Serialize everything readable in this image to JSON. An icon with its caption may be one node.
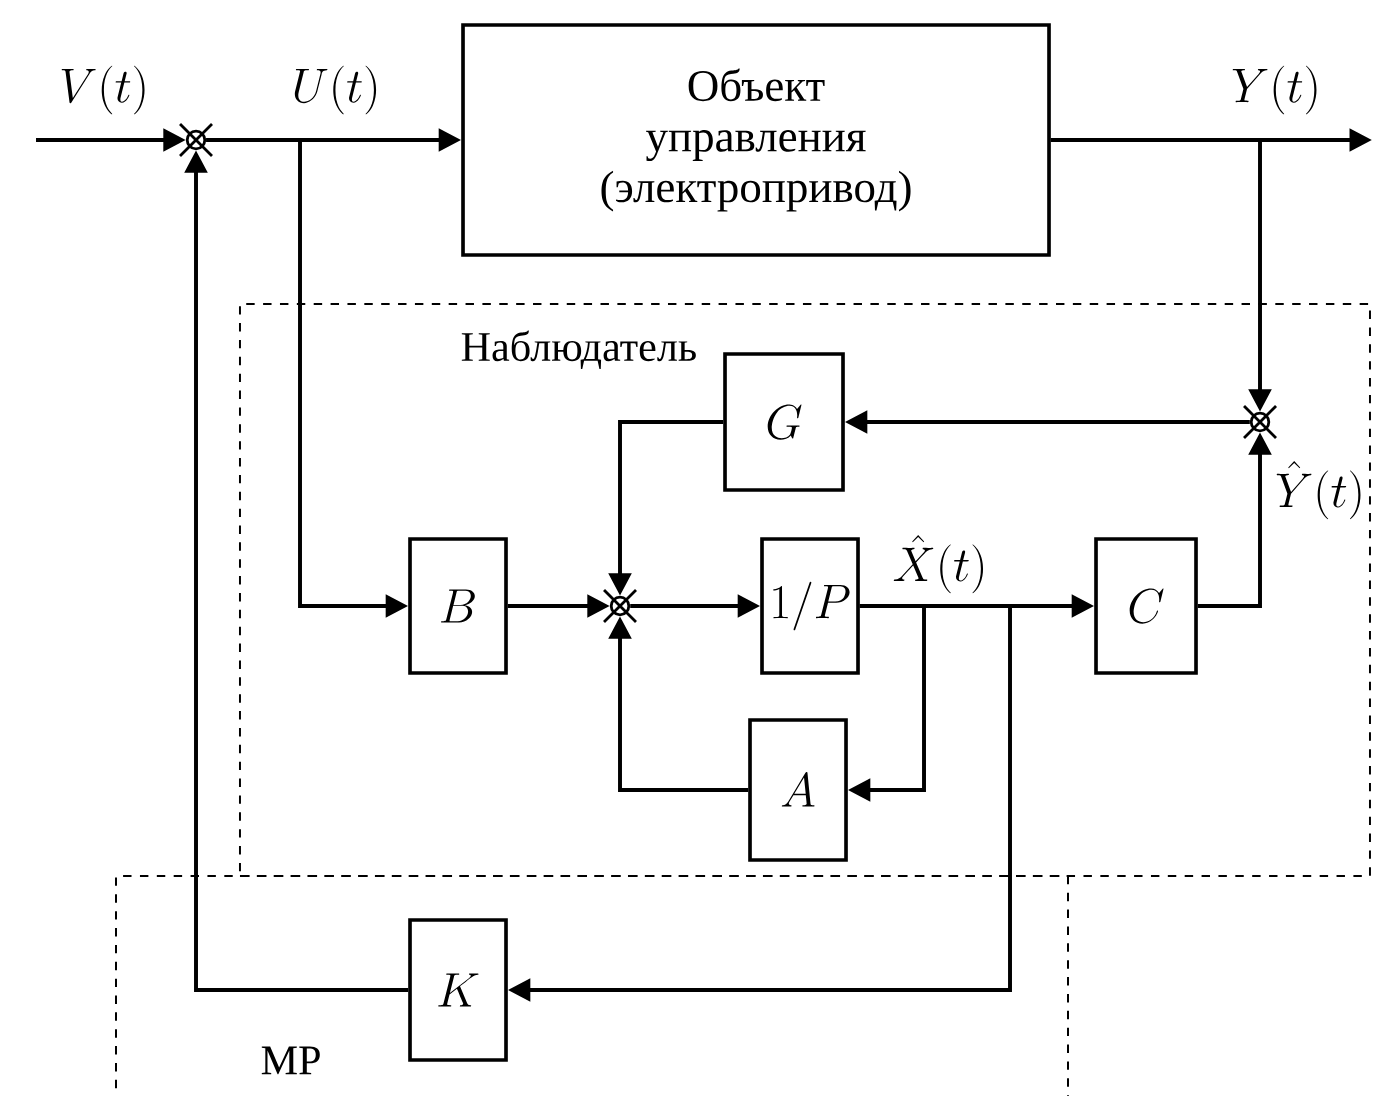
{
  "diagram": {
    "nodes": [
      {
        "text": [
          "Объект управления (электропривод)"
        ]
      },
      {
        "text": [
          "Наблюдатель"
        ]
      },
      {
        "text": [
          "G"
        ],
        "in": 1
      },
      {
        "text": [
          "B"
        ],
        "in": 1
      },
      {
        "text": [
          "1/P"
        ],
        "in": 1
      },
      {
        "text": [
          "A"
        ],
        "in": 1
      },
      {
        "text": [
          "C"
        ],
        "in": 1
      },
      {
        "text": [
          "МР"
        ]
      },
      {
        "text": [
          "K"
        ],
        "in": 7
      },
      {
        "text": [],
        "shape": "circle"
      },
      {
        "text": [],
        "shape": "circle",
        "in": 1
      },
      {
        "text": [],
        "shape": "circle",
        "in": 1
      }
    ],
    "edges": [
      {
        "from": null,
        "to": 9,
        "arrow": "to",
        "label": "V(t)"
      },
      {
        "from": 9,
        "to": 0,
        "arrow": "to",
        "label": "U(t)"
      },
      {
        "from": 9,
        "to": 3,
        "arrow": "to"
      },
      {
        "from": 8,
        "to": 9,
        "arrow": "to"
      },
      {
        "from": 0,
        "to": null,
        "arrow": "to",
        "label": "Y(t)"
      },
      {
        "from": 0,
        "to": 11,
        "arrow": "to"
      },
      {
        "from": 11,
        "to": 2,
        "arrow": "to"
      },
      {
        "from": 2,
        "to": 10,
        "arrow": "to"
      },
      {
        "from": 3,
        "to": 10,
        "arrow": "to"
      },
      {
        "from": 5,
        "to": 10,
        "arrow": "to"
      },
      {
        "from": 10,
        "to": 4,
        "arrow": "to"
      },
      {
        "from": 4,
        "to": 6,
        "arrow": "to",
        "label": "\\hat{X}(t)"
      },
      {
        "from": 4,
        "to": 5,
        "arrow": "to"
      },
      {
        "from": 4,
        "to": 8,
        "arrow": "to"
      },
      {
        "from": 6,
        "to": 11,
        "arrow": "to",
        "label": "\\hat{Y}(t)"
      }
    ]
  }
}
